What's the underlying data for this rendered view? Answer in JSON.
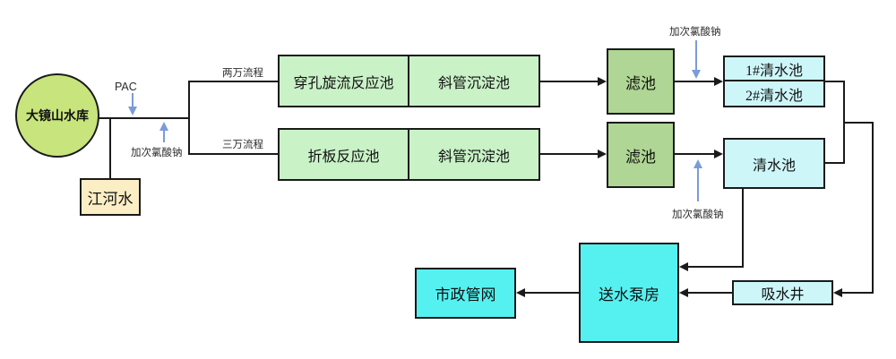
{
  "diagram": {
    "nodes": {
      "reservoir": "大镜山水库",
      "river_water": "江河水",
      "perforated_swirl_reaction_tank": "穿孔旋流反应池",
      "inclined_tube_sedimentation_tank": "斜管沉淀池",
      "folded_plate_reaction_tank": "折板反应池",
      "filter_tank": "滤池",
      "clear_water_tank_1": "1#清水池",
      "clear_water_tank_2": "2#清水池",
      "clear_water_tank": "清水池",
      "water_pump_house": "送水泵房",
      "municipal_pipe_network": "市政管网",
      "suction_well": "吸水井"
    },
    "labels": {
      "pac": "PAC",
      "sodium_hypochlorite": "加次氯酸钠",
      "process_20k": "两万流程",
      "process_30k": "三万流程"
    },
    "colors": {
      "reservoir_fill": "#c8e47c",
      "river_fill": "#fbeec4",
      "stage_fill": "#c9f2c7",
      "filter_fill": "#afd694",
      "clear_fill": "#cdf6f9",
      "pump_fill": "#55f1f1",
      "line": "#1a1a1a",
      "arrow_blue": "#7a9cd8"
    }
  }
}
